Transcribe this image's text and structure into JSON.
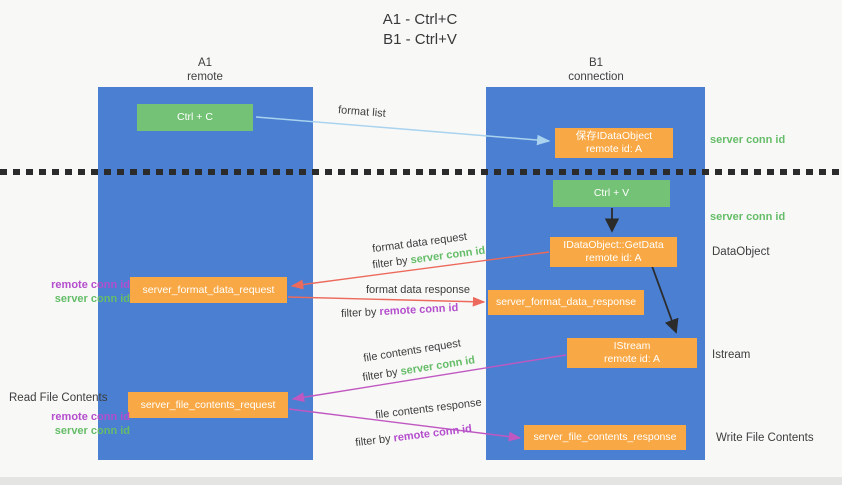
{
  "title": {
    "line1": "A1 - Ctrl+C",
    "line2": "B1 - Ctrl+V"
  },
  "lanes": {
    "left": {
      "name": "A1",
      "subtitle": "remote"
    },
    "right": {
      "name": "B1",
      "subtitle": "connection"
    }
  },
  "nodes": {
    "ctrl_c": "Ctrl + C",
    "ctrl_v": "Ctrl + V",
    "save_idataobject": {
      "line1": "保存IDataObject",
      "line2": "remote id: A"
    },
    "idataobject_getdata": {
      "line1": "IDataObject::GetData",
      "line2": "remote id: A"
    },
    "istream_node": {
      "line1": "IStream",
      "line2": "remote id: A"
    },
    "server_format_data_request": "server_format_data_request",
    "server_format_data_response": "server_format_data_response",
    "server_file_contents_request": "server_file_contents_request",
    "server_file_contents_response": "server_file_contents_response"
  },
  "arrow_labels": {
    "format_list": "format list",
    "format_data_request": "format data request",
    "format_data_response": "format data response",
    "file_contents_request": "file contents request",
    "file_contents_response": "file contents response",
    "filter_by": "filter by ",
    "server_conn_id": "server conn id",
    "remote_conn_id": "remote conn id"
  },
  "side_labels": {
    "right_server_conn_id_top": "server conn id",
    "right_server_conn_id_mid": "server conn id",
    "data_object": "DataObject",
    "istream": "Istream",
    "write_file_contents": "Write File Contents",
    "left_remote_conn_id_top": "remote conn id",
    "left_server_conn_id_top": "server conn id",
    "read_file_contents": "Read File Contents",
    "left_remote_conn_id_bottom": "remote conn id",
    "left_server_conn_id_bottom": "server conn id"
  },
  "colors": {
    "lane_blue": "#4a7fd2",
    "node_green": "#74c276",
    "node_orange": "#f8a844",
    "text_green": "#65bd68",
    "text_purple": "#b44ecd",
    "arrow_red": "#ec6a5c",
    "arrow_magenta": "#c158c1",
    "arrow_light_blue": "#a9d3ef",
    "arrow_black": "#2b2b2b"
  }
}
